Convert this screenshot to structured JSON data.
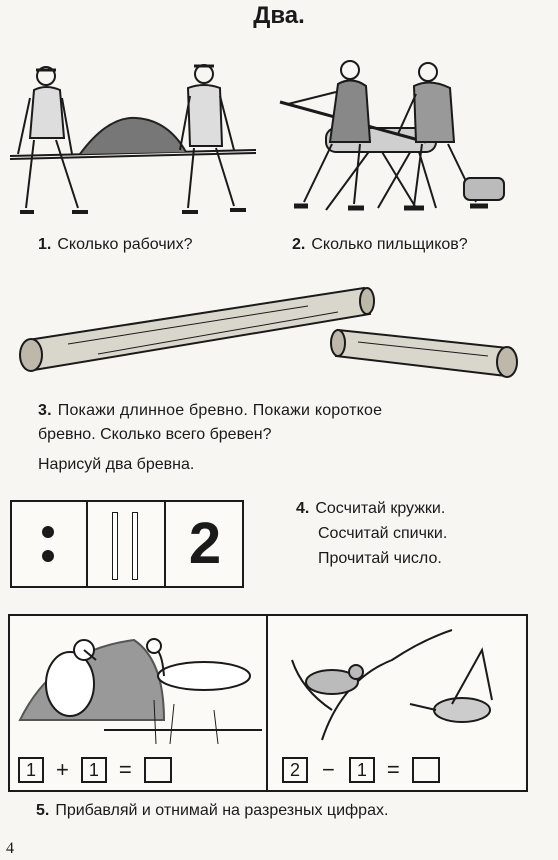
{
  "title": "Два.",
  "q1": {
    "num": "1.",
    "text": "Сколько рабочих?"
  },
  "q2": {
    "num": "2.",
    "text": "Сколько пильщиков?"
  },
  "q3": {
    "num": "3.",
    "line1": "Покажи длинное бревно. Покажи короткое",
    "line2": "бревно. Сколько всего бревен?",
    "line3": "Нарисуй два бревна."
  },
  "q4": {
    "num": "4.",
    "line1": "Сосчитай кружки.",
    "line2": "Сосчитай спички.",
    "line3": "Прочитай число."
  },
  "digit_card": "2",
  "eq_left": {
    "a": "1",
    "op": "+",
    "b": "1",
    "eq": "="
  },
  "eq_right": {
    "a": "2",
    "op": "−",
    "b": "1",
    "eq": "="
  },
  "q5": {
    "num": "5.",
    "text": "Прибавляй и отнимай на разрезных цифрах."
  },
  "page_number": "4"
}
